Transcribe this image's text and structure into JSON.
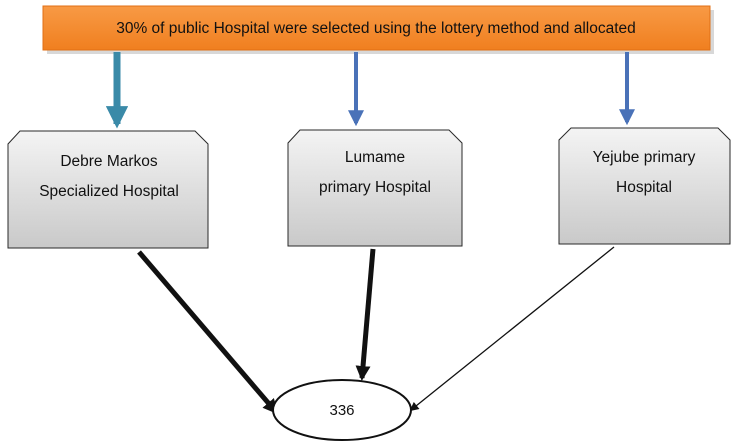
{
  "banner": {
    "text": "30% of public Hospital were selected using the lottery method and allocated",
    "color": "#f58a2e"
  },
  "hospitals": [
    {
      "line1": "Debre Markos",
      "line2": "Specialized Hospital"
    },
    {
      "line1": "Lumame",
      "line2": "primary Hospital"
    },
    {
      "line1": "Yejube primary",
      "line2": "Hospital"
    }
  ],
  "total": {
    "value": "336"
  },
  "colors": {
    "arrow_teal": "#3a8aa8",
    "arrow_blue": "#4a72b8",
    "box_fill": "#d9d9d9",
    "box_stroke": "#2a2a2a"
  }
}
